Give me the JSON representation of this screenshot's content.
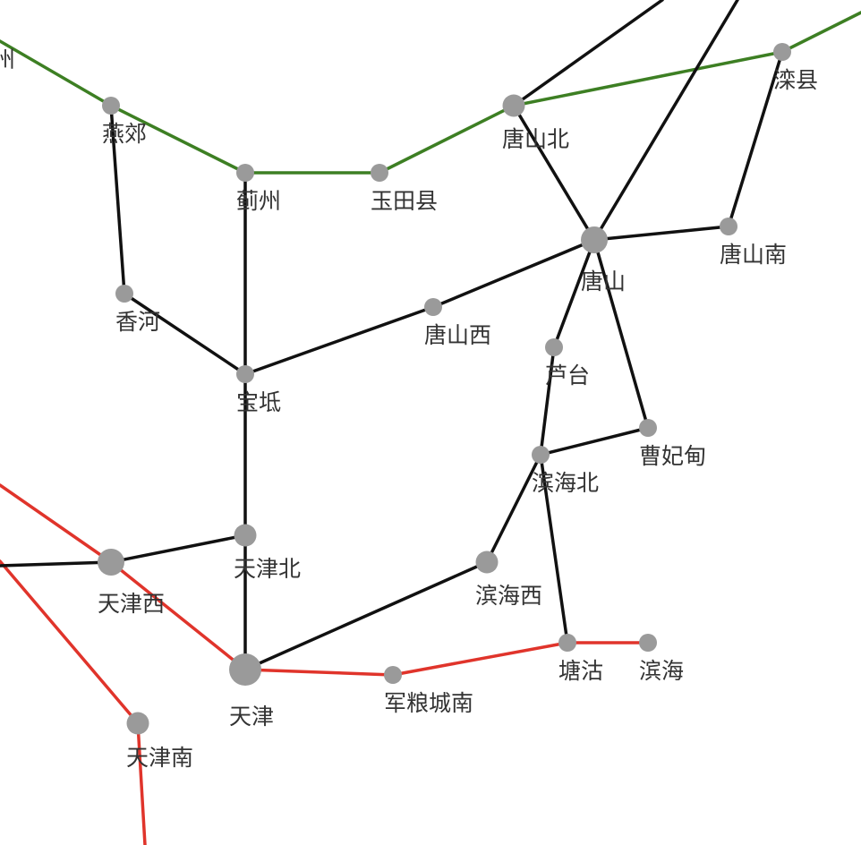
{
  "colors": {
    "green_line": "#3d7f23",
    "red_line": "#e0342b",
    "black_line": "#111111",
    "station": "#9a9a9a",
    "label": "#333333"
  },
  "stations": [
    {
      "id": "yanjiao",
      "name": "燕郊"
    },
    {
      "id": "jizhou",
      "name": "蓟州"
    },
    {
      "id": "yutian",
      "name": "玉田县"
    },
    {
      "id": "tangshanbei",
      "name": "唐山北"
    },
    {
      "id": "luanxian",
      "name": "滦县"
    },
    {
      "id": "tangshan",
      "name": "唐山"
    },
    {
      "id": "tangshannan",
      "name": "唐山南"
    },
    {
      "id": "xianghe",
      "name": "香河"
    },
    {
      "id": "tangshanxi",
      "name": "唐山西"
    },
    {
      "id": "baodi",
      "name": "宝坻"
    },
    {
      "id": "lutai",
      "name": "芦台"
    },
    {
      "id": "caofeidian",
      "name": "曹妃甸"
    },
    {
      "id": "binhaibei",
      "name": "滨海北"
    },
    {
      "id": "tianjinbei",
      "name": "天津北"
    },
    {
      "id": "tianjinxi",
      "name": "天津西"
    },
    {
      "id": "binhaixi",
      "name": "滨海西"
    },
    {
      "id": "tianjin",
      "name": "天津"
    },
    {
      "id": "junliangchengnan",
      "name": "军粮城南"
    },
    {
      "id": "tanggu",
      "name": "塘沽"
    },
    {
      "id": "binhai",
      "name": "滨海"
    },
    {
      "id": "tianjinnan",
      "name": "天津南"
    }
  ],
  "partial_label": "州"
}
